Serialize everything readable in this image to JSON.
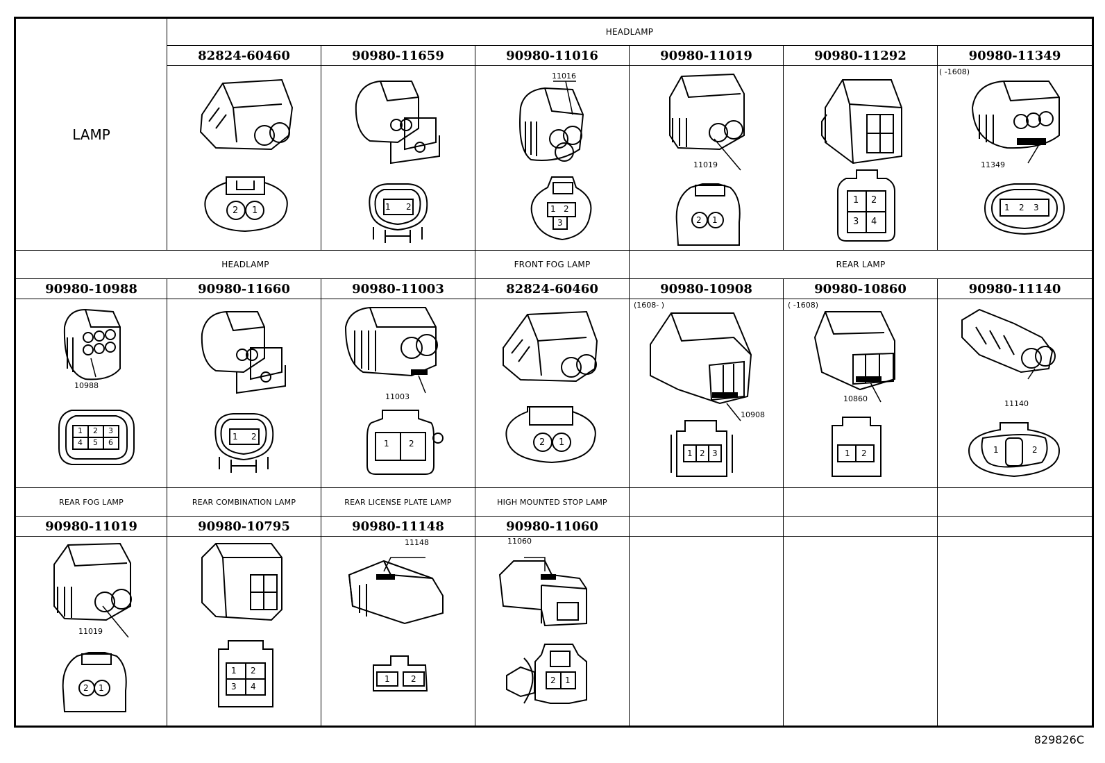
{
  "corner_label": "LAMP",
  "row1": {
    "group": "HEADLAMP",
    "parts": [
      "82824-60460",
      "90980-11659",
      "90980-11016",
      "90980-11019",
      "90980-11292",
      "90980-11349"
    ],
    "callouts": {
      "c3": "11016",
      "c4": "11019",
      "c6": "11349",
      "c6_note": "(      -1608)"
    }
  },
  "row2": {
    "groups": [
      "HEADLAMP",
      "FRONT FOG LAMP",
      "REAR LAMP"
    ],
    "parts": [
      "90980-10988",
      "90980-11660",
      "90980-11003",
      "82824-60460",
      "90980-10908",
      "90980-10860",
      "90980-11140"
    ],
    "callouts": {
      "c1": "10988",
      "c3": "11003",
      "c5": "10908",
      "c5_note": "(1608-      )",
      "c6": "10860",
      "c6_note": "(      -1608)",
      "c7": "11140"
    }
  },
  "row3": {
    "groups": [
      "REAR FOG LAMP",
      "REAR COMBINATION LAMP",
      "REAR LICENSE PLATE LAMP",
      "HIGH MOUNTED STOP LAMP"
    ],
    "parts": [
      "90980-11019",
      "90980-10795",
      "90980-11148",
      "90980-11060"
    ],
    "callouts": {
      "c1": "11019",
      "c3": "11148",
      "c4": "11060"
    }
  },
  "pins": {
    "two_a": [
      "2",
      "1"
    ],
    "two_b": [
      "1",
      "2"
    ],
    "three": [
      "1",
      "2",
      "3"
    ],
    "four": [
      "1",
      "2",
      "3",
      "4"
    ],
    "six": [
      "1",
      "2",
      "3",
      "4",
      "5",
      "6"
    ]
  },
  "reference_code": "829826C"
}
